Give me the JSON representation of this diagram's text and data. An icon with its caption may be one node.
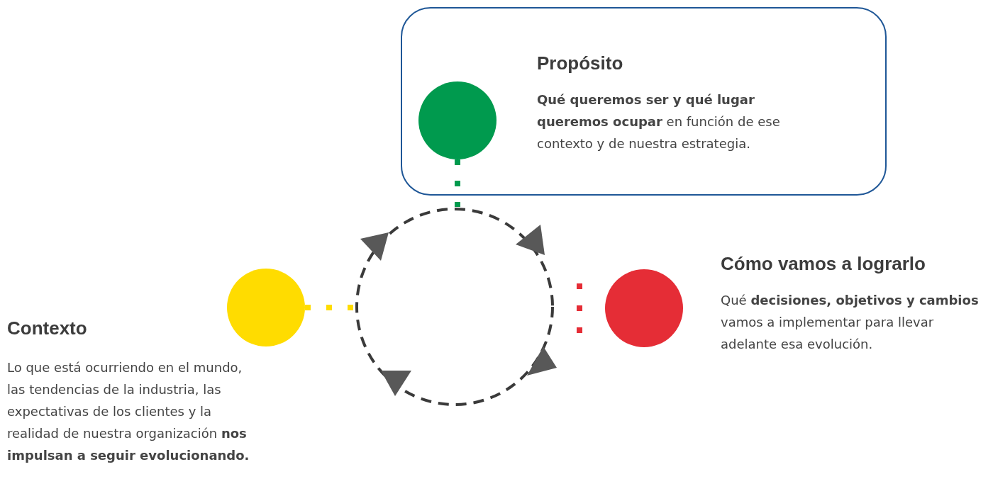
{
  "diagram": {
    "nodes": [
      {
        "text": [
          "Propósito",
          "**Qué queremos ser y qué lugar queremos ocupar** en función de ese contexto y de nuestra estrategia."
        ]
      },
      {
        "text": [],
        "shape": "circle",
        "in": 0
      },
      {
        "text": [],
        "shape": "circle",
        "beside": [
          "Contexto",
          "Lo que está ocurriendo en el mundo, las tendencias de la industria, las expectativas de los clientes y la realidad de nuestra organización **nos impulsan a seguir evolucionando.**"
        ]
      },
      {
        "text": [],
        "shape": "circle",
        "beside": [
          "Cómo vamos a lograrlo",
          "Qué **decisiones, objetivos y cambios** vamos a implementar para llevar adelante esa evolución."
        ]
      },
      {
        "text": [],
        "shape": "circle"
      }
    ],
    "edges": [
      {
        "from": 1,
        "to": 4,
        "arrow": "none",
        "style": "dashed",
        "color": "#009a4e"
      },
      {
        "from": 2,
        "to": 4,
        "arrow": "none",
        "style": "dashed",
        "color": "#ffdc00"
      }
    ]
  }
}
